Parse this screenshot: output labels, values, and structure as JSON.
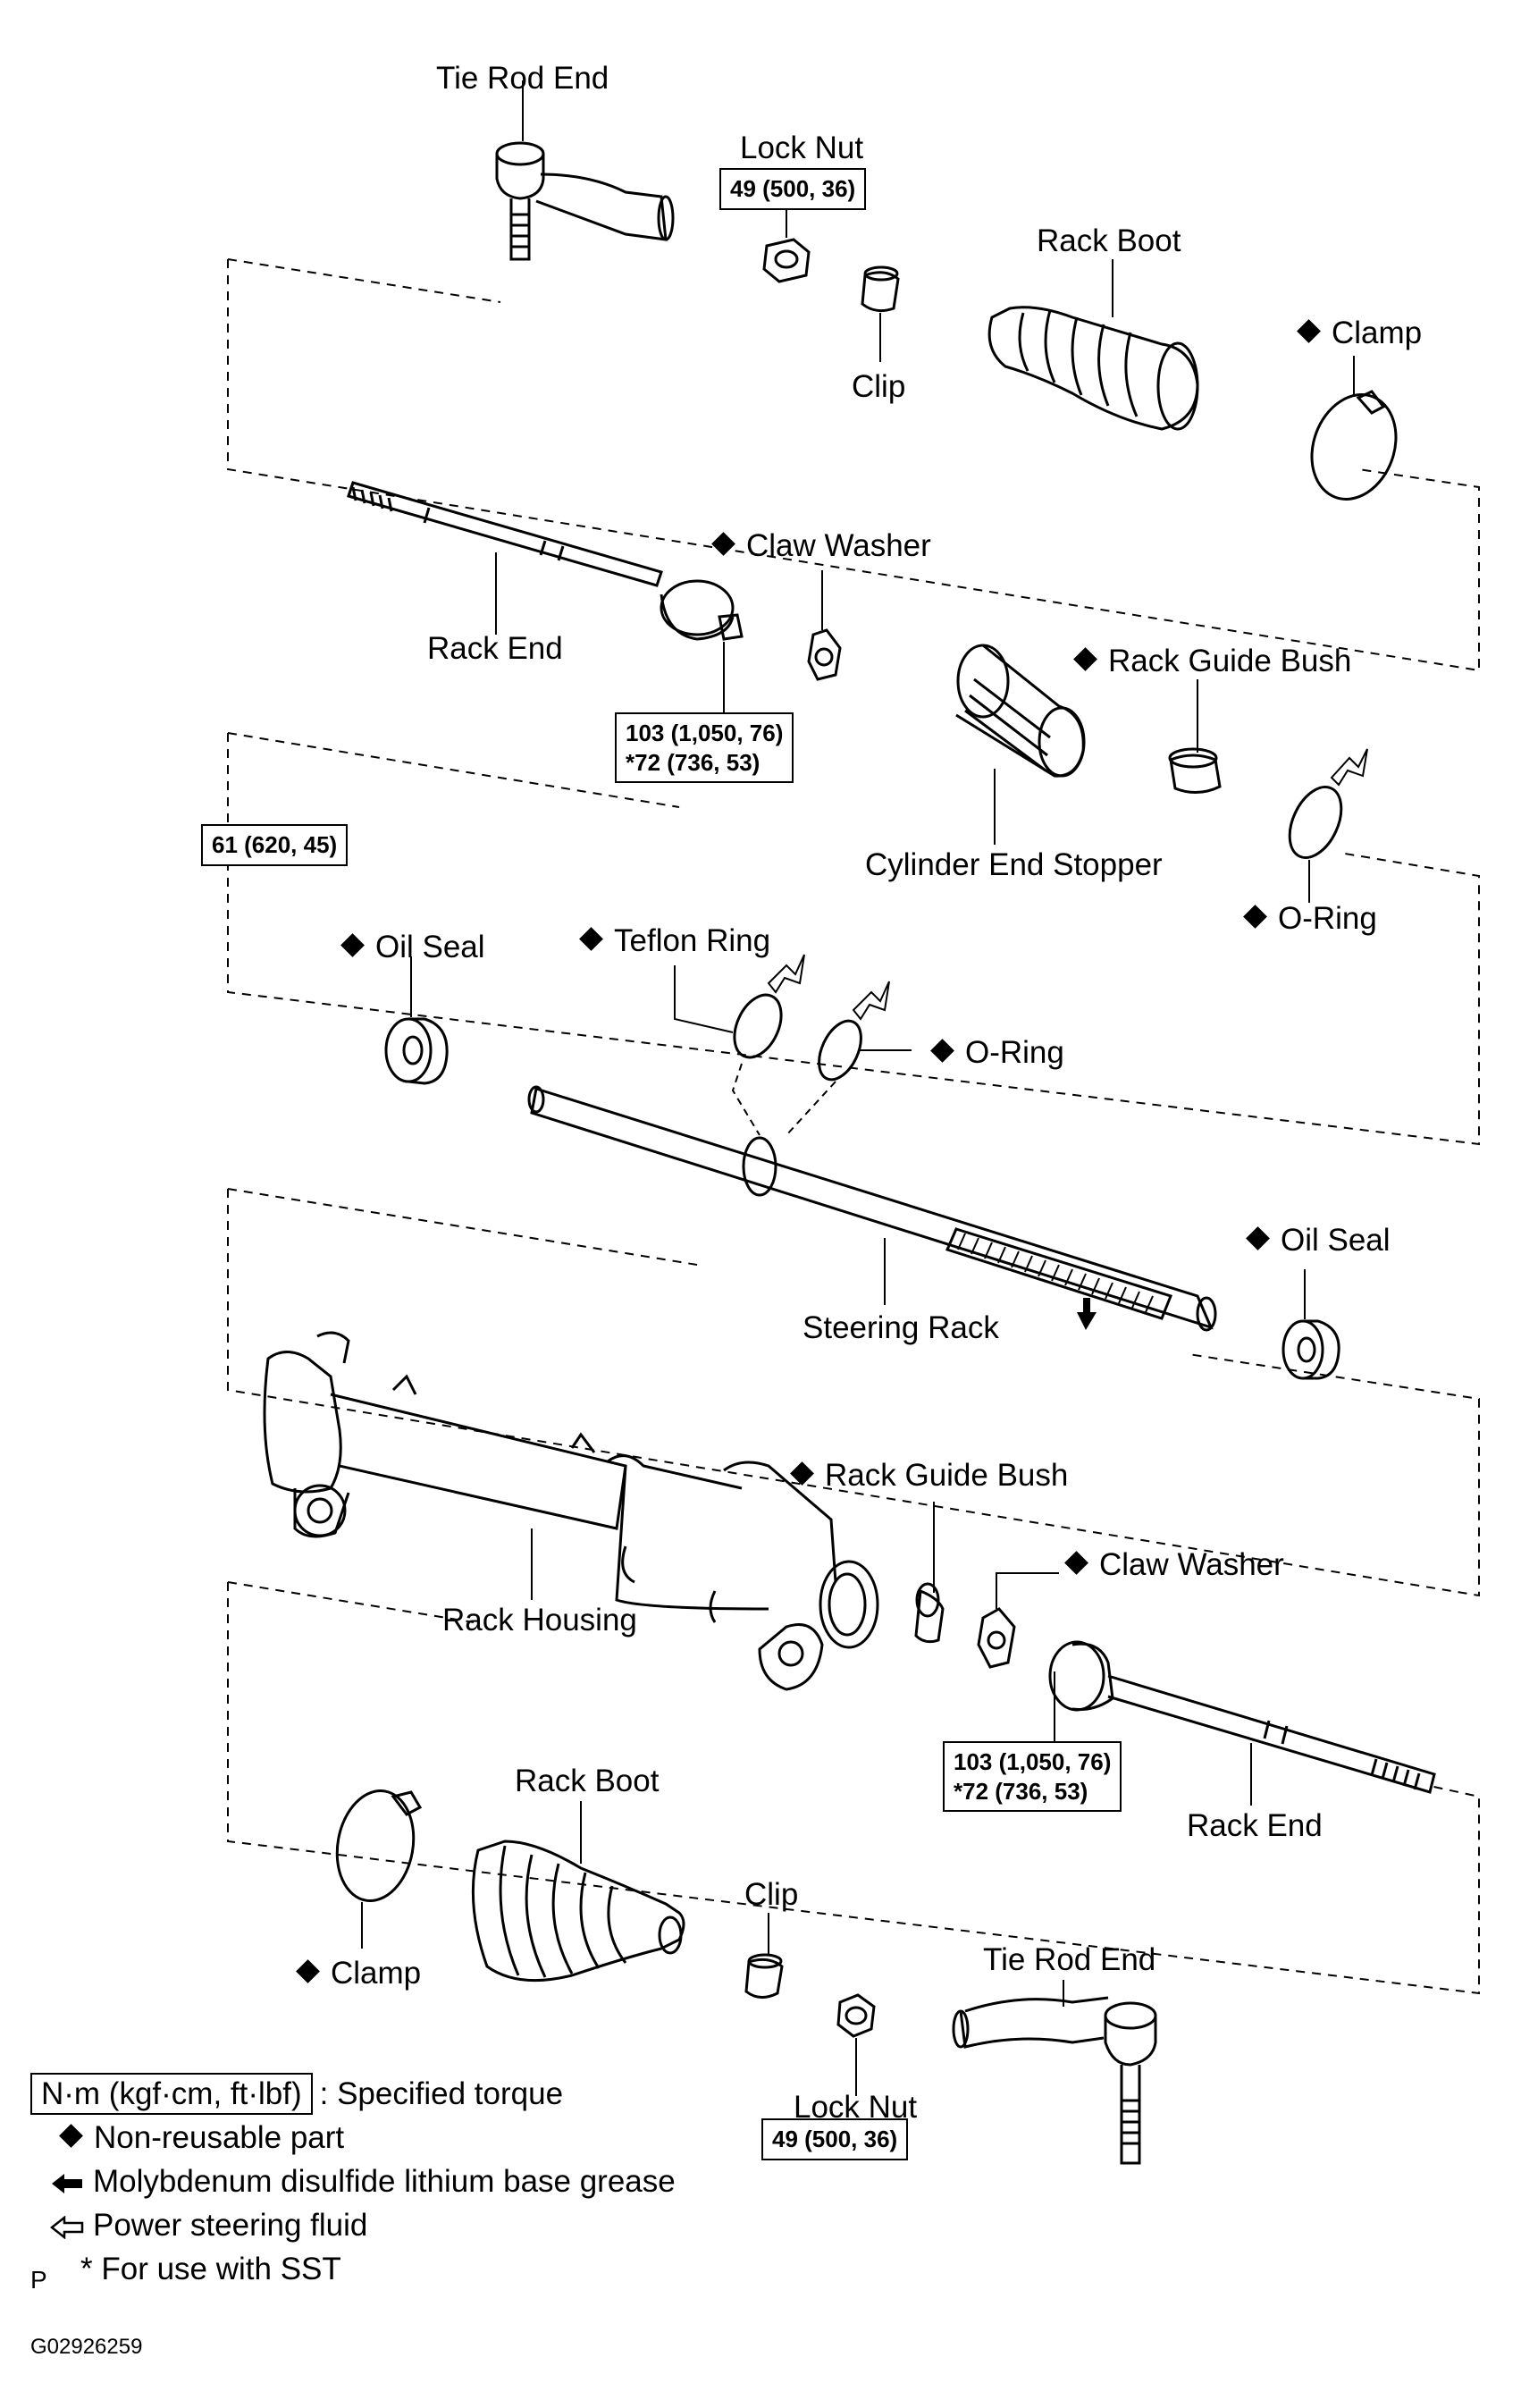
{
  "labels": {
    "tie_rod_end_top": "Tie Rod End",
    "lock_nut_top": "Lock Nut",
    "rack_boot_top": "Rack Boot",
    "clamp_top": "Clamp",
    "clip_top": "Clip",
    "claw_washer_top": "Claw Washer",
    "rack_end_top": "Rack End",
    "rack_guide_bush_top": "Rack Guide Bush",
    "cylinder_end_stopper": "Cylinder End Stopper",
    "o_ring_right": "O-Ring",
    "oil_seal_left": "Oil Seal",
    "teflon_ring": "Teflon Ring",
    "o_ring_mid": "O-Ring",
    "steering_rack": "Steering Rack",
    "oil_seal_right": "Oil Seal",
    "rack_guide_bush_bottom": "Rack Guide Bush",
    "claw_washer_bottom": "Claw Washer",
    "rack_housing": "Rack Housing",
    "rack_end_bottom": "Rack End",
    "rack_boot_bottom": "Rack Boot",
    "clip_bottom": "Clip",
    "clamp_bottom": "Clamp",
    "tie_rod_end_bottom": "Tie Rod End",
    "lock_nut_bottom": "Lock Nut"
  },
  "torques": {
    "lock_nut_top": "49 (500, 36)",
    "rack_end_top_1": "103 (1,050, 76)",
    "rack_end_top_2": "*72 (736, 53)",
    "cylinder": "61 (620, 45)",
    "rack_end_bottom_1": "103 (1,050, 76)",
    "rack_end_bottom_2": "*72 (736, 53)",
    "lock_nut_bottom": "49 (500, 36)"
  },
  "legend": {
    "torque_units": "N·m (kgf·cm, ft·lbf)",
    "torque_desc": ": Specified torque",
    "non_reusable": "Non-reusable part",
    "moly_grease": "Molybdenum disulfide lithium base grease",
    "ps_fluid": "Power steering fluid",
    "sst": "* For use with SST"
  },
  "footer": {
    "p_mark": "P",
    "figure_code": "G02926259"
  }
}
